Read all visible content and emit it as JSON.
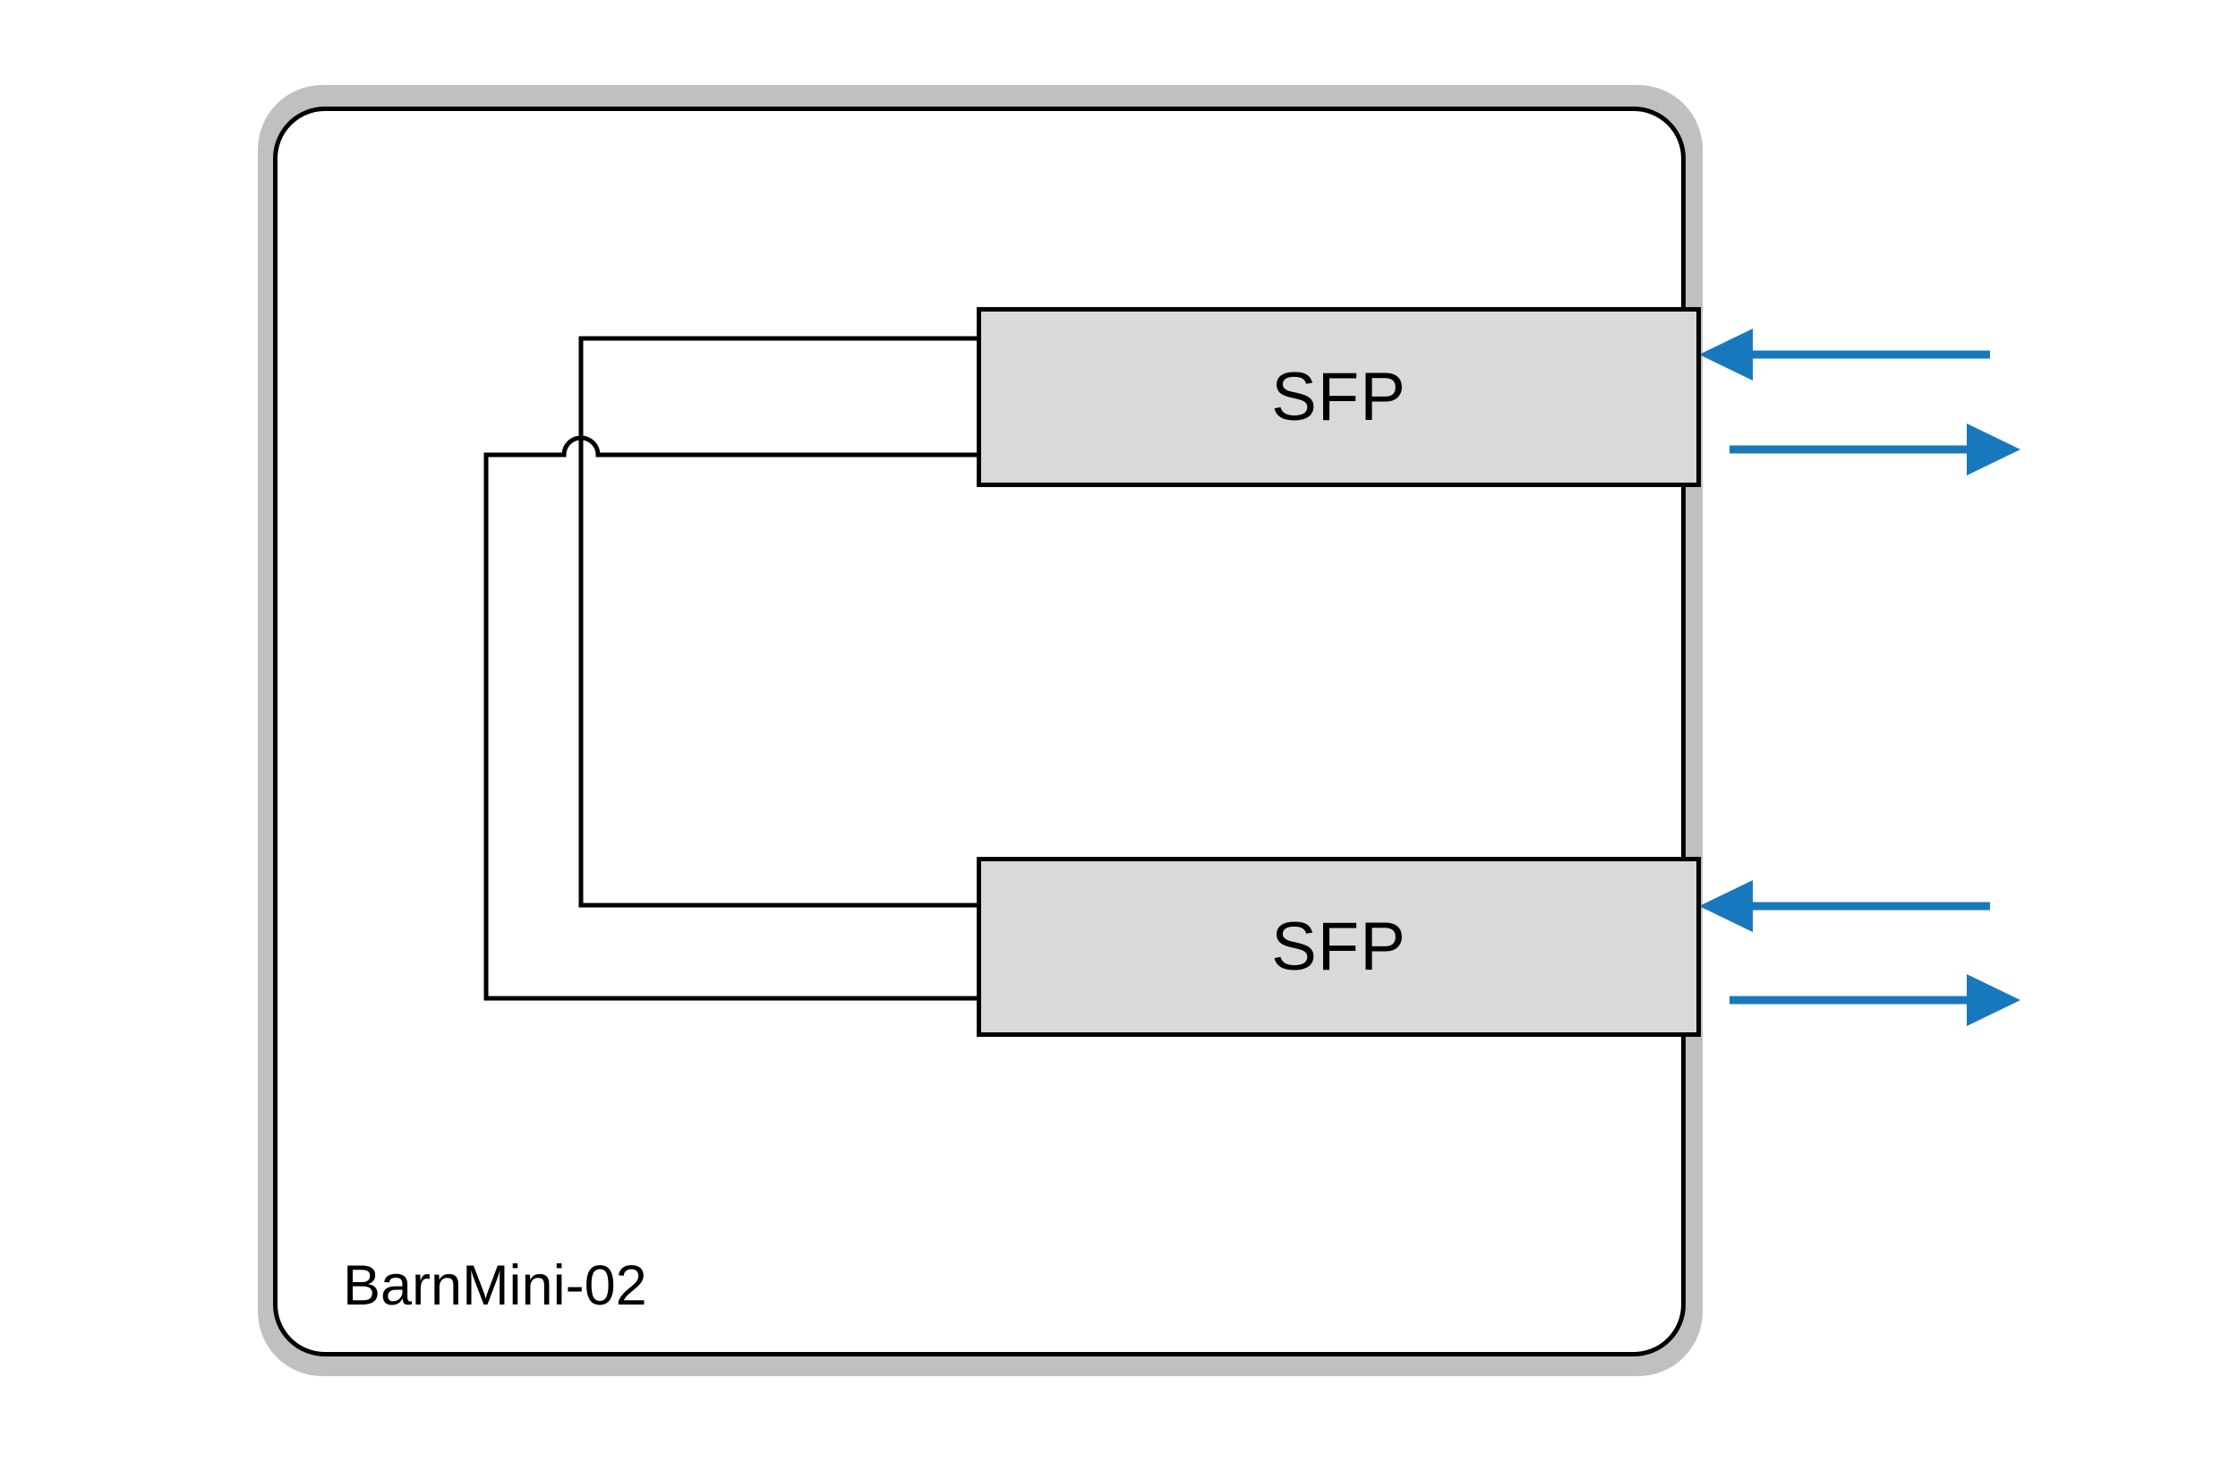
{
  "device": {
    "label": "BarnMini-02"
  },
  "sfp_modules": [
    {
      "label": "SFP",
      "input_arrow": "in-left",
      "output_arrow": "out-right"
    },
    {
      "label": "SFP",
      "input_arrow": "in-left",
      "output_arrow": "out-right"
    }
  ],
  "icons": {
    "input_arrow": "←",
    "output_arrow": "→"
  },
  "colors": {
    "background": "#ffffff",
    "device_shadow_gray": "#c0c0c0",
    "module_fill_gray": "#d9d9d9",
    "wire_black": "#000000",
    "arrow_blue": "#1878be"
  }
}
